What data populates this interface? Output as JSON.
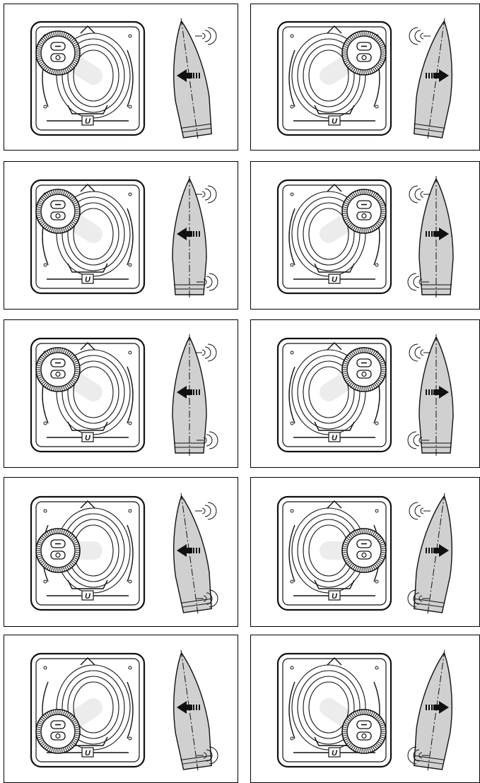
{
  "figure": {
    "panel_count": 10,
    "control_logo_text": "U",
    "colors": {
      "line": "#111111",
      "hull_fill": "#d0d0d0",
      "background": "#ffffff"
    },
    "panels": [
      {
        "id": "p1",
        "knob": "left",
        "arrow": "left",
        "hull_tilt": "stern-right",
        "waves": "bow-right"
      },
      {
        "id": "p2",
        "knob": "right",
        "arrow": "right",
        "hull_tilt": "stern-left",
        "waves": "bow-left"
      },
      {
        "id": "p3",
        "knob": "left",
        "arrow": "left",
        "hull_tilt": "none",
        "waves": "bow-right-stern-right"
      },
      {
        "id": "p4",
        "knob": "right",
        "arrow": "right",
        "hull_tilt": "none",
        "waves": "bow-left-stern-left"
      },
      {
        "id": "p5",
        "knob": "left",
        "arrow": "left",
        "hull_tilt": "none",
        "waves": "bow-right-stern-right"
      },
      {
        "id": "p6",
        "knob": "right",
        "arrow": "right",
        "hull_tilt": "none",
        "waves": "bow-left-stern-left"
      },
      {
        "id": "p7",
        "knob": "lower-left",
        "arrow": "left",
        "hull_tilt": "bow-left",
        "waves": "bow-right-stern-right"
      },
      {
        "id": "p8",
        "knob": "lower-right",
        "arrow": "right",
        "hull_tilt": "bow-right",
        "waves": "bow-left-stern-left"
      },
      {
        "id": "p9",
        "knob": "bottom-left",
        "arrow": "left",
        "hull_tilt": "bow-left",
        "waves": "stern-right"
      },
      {
        "id": "p10",
        "knob": "bottom-right",
        "arrow": "right",
        "hull_tilt": "bow-right",
        "waves": "stern-left"
      }
    ]
  }
}
